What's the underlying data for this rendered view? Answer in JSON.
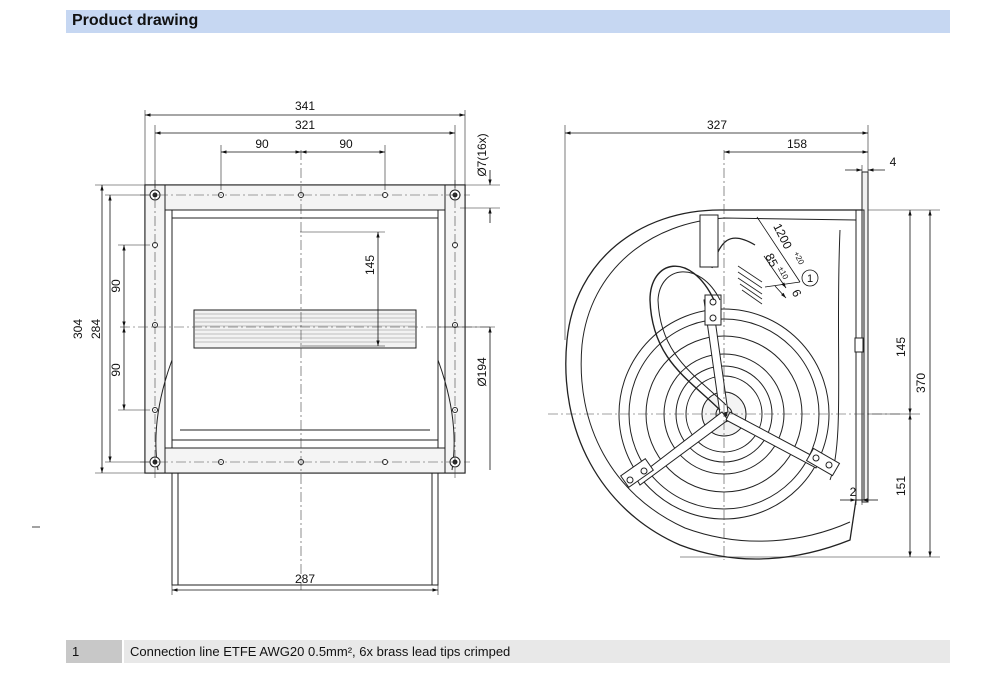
{
  "header": {
    "title": "Product drawing"
  },
  "front_view": {
    "dims": {
      "overall_width": "341",
      "inner_width": "321",
      "hole_spacing_left": "90",
      "hole_spacing_right": "90",
      "hole_dia": "Ø7(16x)",
      "height_overall": "304",
      "height_inner": "284",
      "vert_spacing_top": "90",
      "vert_spacing_bottom": "90",
      "outlet_height": "145",
      "impeller_dia": "Ø194",
      "bottom_width": "287"
    }
  },
  "side_view": {
    "dims": {
      "overall_width": "327",
      "to_center": "158",
      "flange": "4",
      "cable_length": "1200",
      "cable_length_tol": "+20",
      "strip_length": "85",
      "strip_length_tol": "±10",
      "tip_length": "6",
      "callout": "1",
      "axis_to_top": "145",
      "overall_height": "370",
      "axis_to_bottom": "151",
      "flange_offset": "2"
    }
  },
  "legend": [
    {
      "num": "1",
      "text": "Connection line ETFE AWG20 0.5mm², 6x brass lead tips crimped"
    }
  ]
}
